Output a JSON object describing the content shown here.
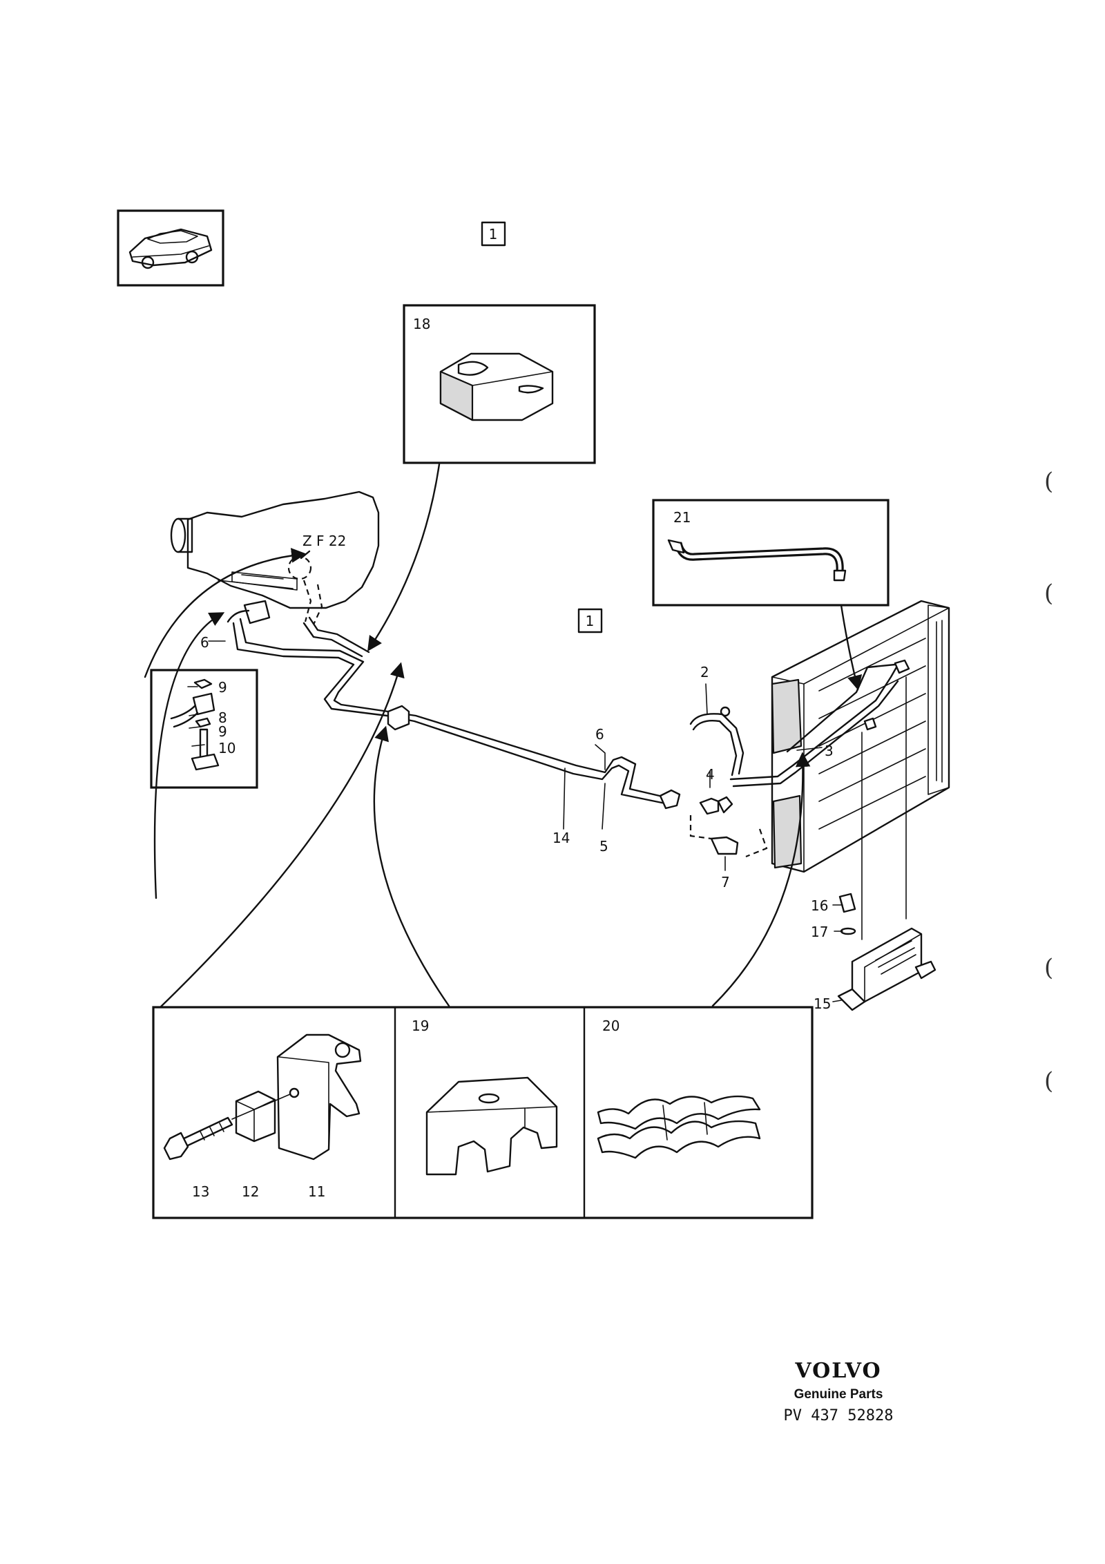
{
  "callouts": {
    "section_ref_top": "1",
    "section_ref_mid": "1",
    "transmission_code": "Z F 22",
    "p1": "6",
    "p2": "2",
    "p3": "3",
    "p4": "4",
    "p5": "5",
    "p6": "6",
    "p7": "7",
    "p8": "8",
    "p9a": "9",
    "p9b": "9",
    "p10": "10",
    "p11": "11",
    "p12": "12",
    "p13": "13",
    "p14": "14",
    "p15": "15",
    "p16": "16",
    "p17": "17"
  },
  "insets": {
    "box18": "18",
    "box19": "19",
    "box20": "20",
    "box21": "21"
  },
  "margin_marks": [
    "(",
    "(",
    "(",
    "("
  ],
  "footer": {
    "brand": "VOLVO",
    "tagline": "Genuine Parts",
    "code": "PV 437 52828"
  }
}
